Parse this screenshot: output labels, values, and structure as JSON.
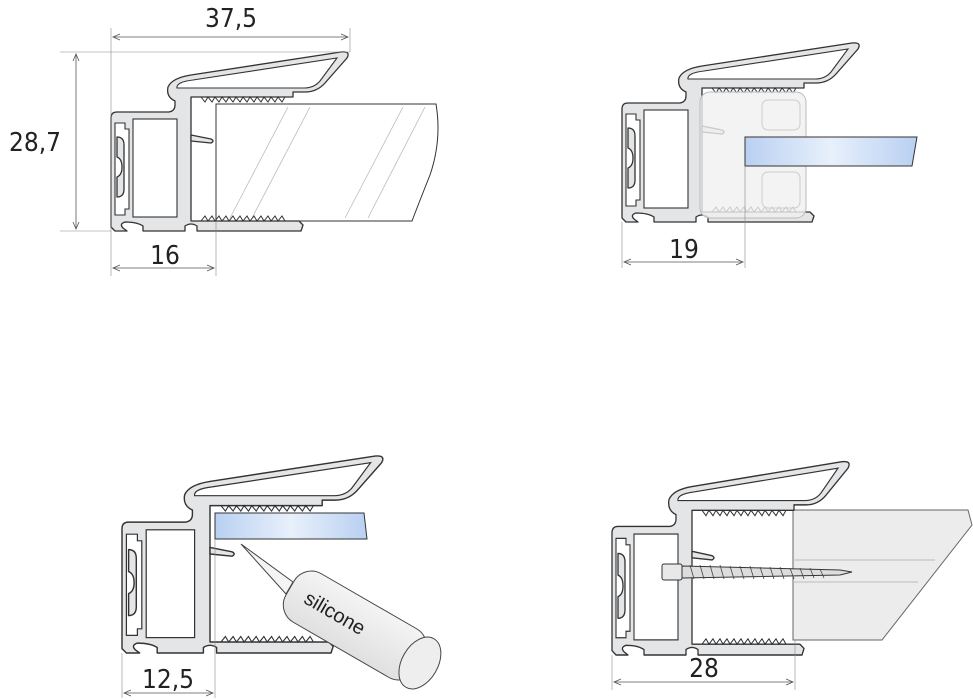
{
  "figures": [
    {
      "id": "profile-with-thick-panel",
      "dimensions": {
        "width": "37,5",
        "height": "28,7",
        "depth": "16"
      }
    },
    {
      "id": "profile-with-gasket-glass",
      "dimensions": {
        "depth": "19"
      }
    },
    {
      "id": "profile-with-silicone-glass",
      "dimensions": {
        "depth": "12,5"
      },
      "tube_label": "silicone"
    },
    {
      "id": "profile-with-screwed-panel",
      "dimensions": {
        "depth": "28"
      }
    }
  ],
  "colors": {
    "profile": "#e4e5e7",
    "glass": "#c9dcf5",
    "outline": "#333333"
  }
}
